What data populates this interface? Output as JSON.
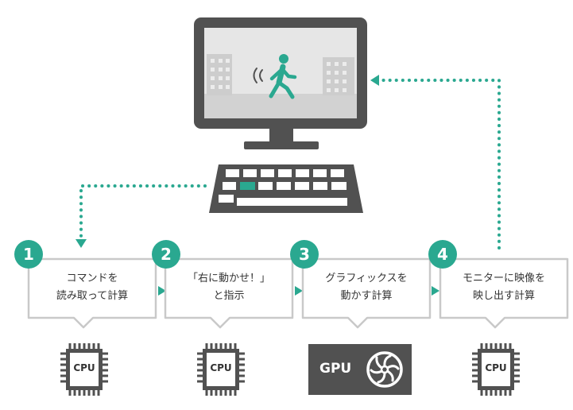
{
  "steps": [
    {
      "number": "1",
      "text": "コマンドを\n読み取って計算",
      "processor": "CPU"
    },
    {
      "number": "2",
      "text": "「右に動かせ！」\nと指示",
      "processor": "CPU"
    },
    {
      "number": "3",
      "text": "グラフィックスを\n動かす計算",
      "processor": "GPU"
    },
    {
      "number": "4",
      "text": "モニターに映像を\n映し出す計算",
      "processor": "CPU"
    }
  ],
  "colors": {
    "accent": "#2aa890",
    "dark": "#515151",
    "box_border": "#c9c9c9",
    "screen_sky": "#e6e6e6",
    "screen_ground": "#d2d2d2"
  },
  "icons": [
    "monitor-icon",
    "keyboard-icon",
    "walking-person-icon",
    "building-icon",
    "cpu-chip-icon",
    "gpu-fan-icon"
  ]
}
